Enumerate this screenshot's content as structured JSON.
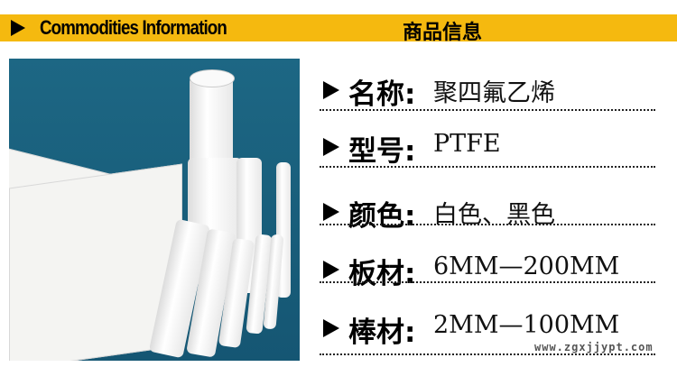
{
  "header": {
    "title_en": "Commodities Information",
    "title_cn": "商品信息"
  },
  "specs": [
    {
      "label": "名称:",
      "value": "聚四氟乙烯"
    },
    {
      "label": "型号:",
      "value": "PTFE"
    },
    {
      "label": "颜色:",
      "value": "白色、黑色"
    },
    {
      "label": "板材:",
      "value": "6MM—200MM"
    },
    {
      "label": "棒材:",
      "value": "2MM—100MM"
    }
  ],
  "watermark": "www.zgxjjypt.com"
}
